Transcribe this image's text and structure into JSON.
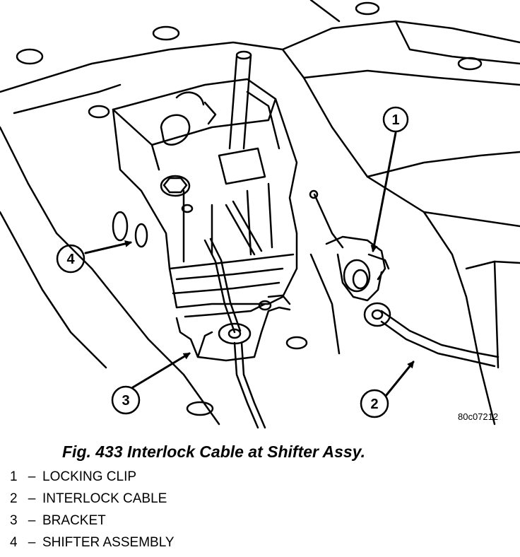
{
  "figure": {
    "drawing_code": "80c07212",
    "caption": "Fig. 433 Interlock Cable at Shifter Assy.",
    "callouts": [
      "1",
      "2",
      "3",
      "4"
    ],
    "legend": [
      {
        "num": "1",
        "sep": "–",
        "label": "LOCKING CLIP"
      },
      {
        "num": "2",
        "sep": "–",
        "label": "INTERLOCK CABLE"
      },
      {
        "num": "3",
        "sep": "–",
        "label": "BRACKET"
      },
      {
        "num": "4",
        "sep": "–",
        "label": "SHIFTER ASSEMBLY"
      }
    ]
  }
}
